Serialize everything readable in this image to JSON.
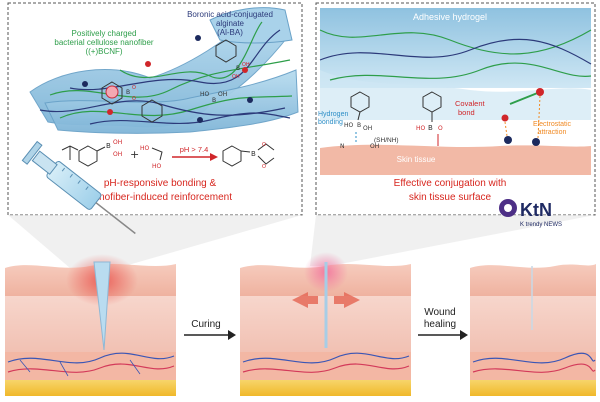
{
  "left_panel": {
    "label_boronic": "Boronic acid-conjugated",
    "label_alginate": "alginate",
    "label_alba": "(Al-BA)",
    "label_bcnf_1": "Positively charged",
    "label_bcnf_2": "bacterial cellulose nanofiber",
    "label_bcnf_3": "((+)BCNF)",
    "reaction_ph": "pH > 7.4",
    "caption_1": "pH-responsive bonding &",
    "caption_2": "nanofiber-induced reinforcement"
  },
  "right_panel": {
    "adhesive_label": "Adhesive hydrogel",
    "hydrogen_label_1": "Hydrogen",
    "hydrogen_label_2": "bonding",
    "covalent_label_1": "Covalent",
    "covalent_label_2": "bond",
    "electrostatic_label_1": "Electrostatic",
    "electrostatic_label_2": "attraction",
    "skin_label": "Skin tissue",
    "sh_nh_label": "(SH/NH)",
    "caption_1": "Effective conjugation with",
    "caption_2": "skin tissue surface"
  },
  "process": {
    "curing_label": "Curing",
    "wound_label_1": "Wound",
    "wound_label_2": "healing"
  },
  "watermark": {
    "logo_text": "KtN",
    "logo_sub": "K trendy NEWS"
  },
  "colors": {
    "caption_red": "#d7261e",
    "chem_red": "#d0262a",
    "fiber_green": "#2e9e4a",
    "fiber_navy": "#2c3a7a",
    "gel_blue": "#9ccbe6",
    "skin_pink": "#f2b9a6",
    "fat_yellow": "#f3c33a"
  }
}
